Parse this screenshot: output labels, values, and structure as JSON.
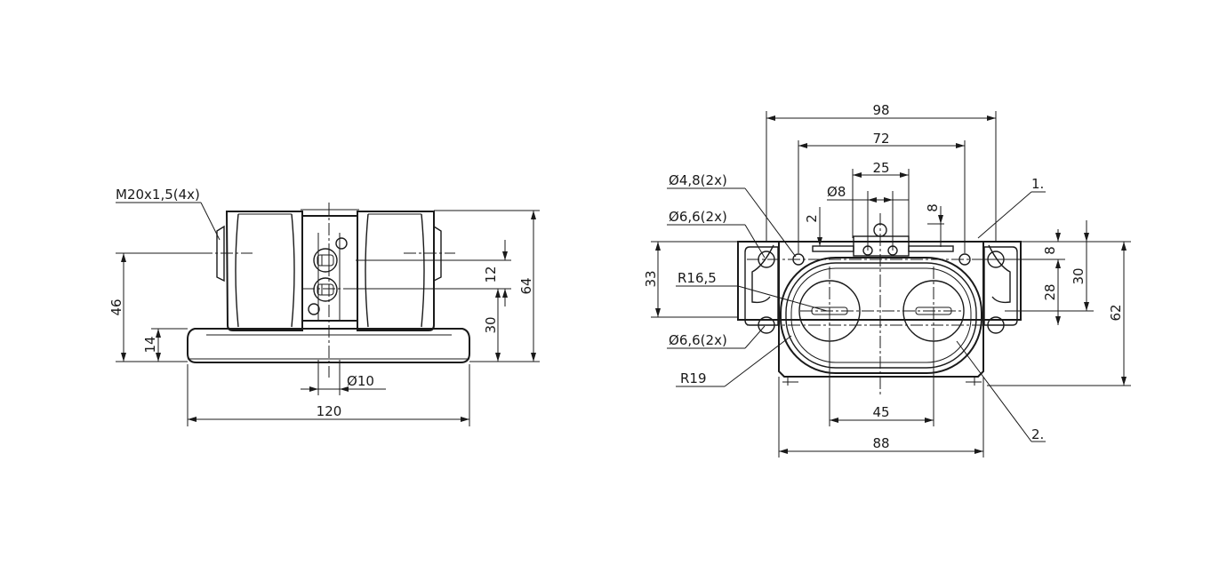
{
  "drawing": {
    "front_view": {
      "thread": "M20x1,5(4x)",
      "height_total": "64",
      "height_axis": "46",
      "height_base": "14",
      "height_mid": "30",
      "slot_spacing": "12",
      "bore": "10",
      "width_total": "120"
    },
    "top_view": {
      "width_98": "98",
      "width_72": "72",
      "width_25": "25",
      "hole_8": "8",
      "hole_48": "4,8(2x)",
      "hole_66_top": "6,6(2x)",
      "hole_66_bottom": "6,6(2x)",
      "offset_2": "2",
      "offset_8": "8",
      "height_33": "33",
      "radius_165": "R16,5",
      "radius_19": "R19",
      "callout_1": "1.",
      "callout_2": "2.",
      "right_8": "8",
      "right_28": "28",
      "right_30": "30",
      "right_62": "62",
      "width_45": "45",
      "width_88": "88"
    },
    "diameter_symbol": "Ø"
  }
}
